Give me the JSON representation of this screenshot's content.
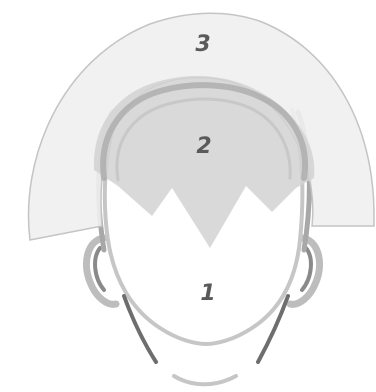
{
  "diagram": {
    "zones": [
      {
        "id": "1",
        "label": "1"
      },
      {
        "id": "2",
        "label": "2"
      },
      {
        "id": "3",
        "label": "3"
      }
    ],
    "colors": {
      "zone3_fill": "#efefef",
      "zone3_stroke": "#c4c4c4",
      "zone2_fill": "#d2d2d2",
      "face_stroke": "#c6c6c6",
      "hair_stroke": "#a8a8a8",
      "dark_stroke": "#6e6e6e",
      "label": "#5a5a5a"
    }
  }
}
